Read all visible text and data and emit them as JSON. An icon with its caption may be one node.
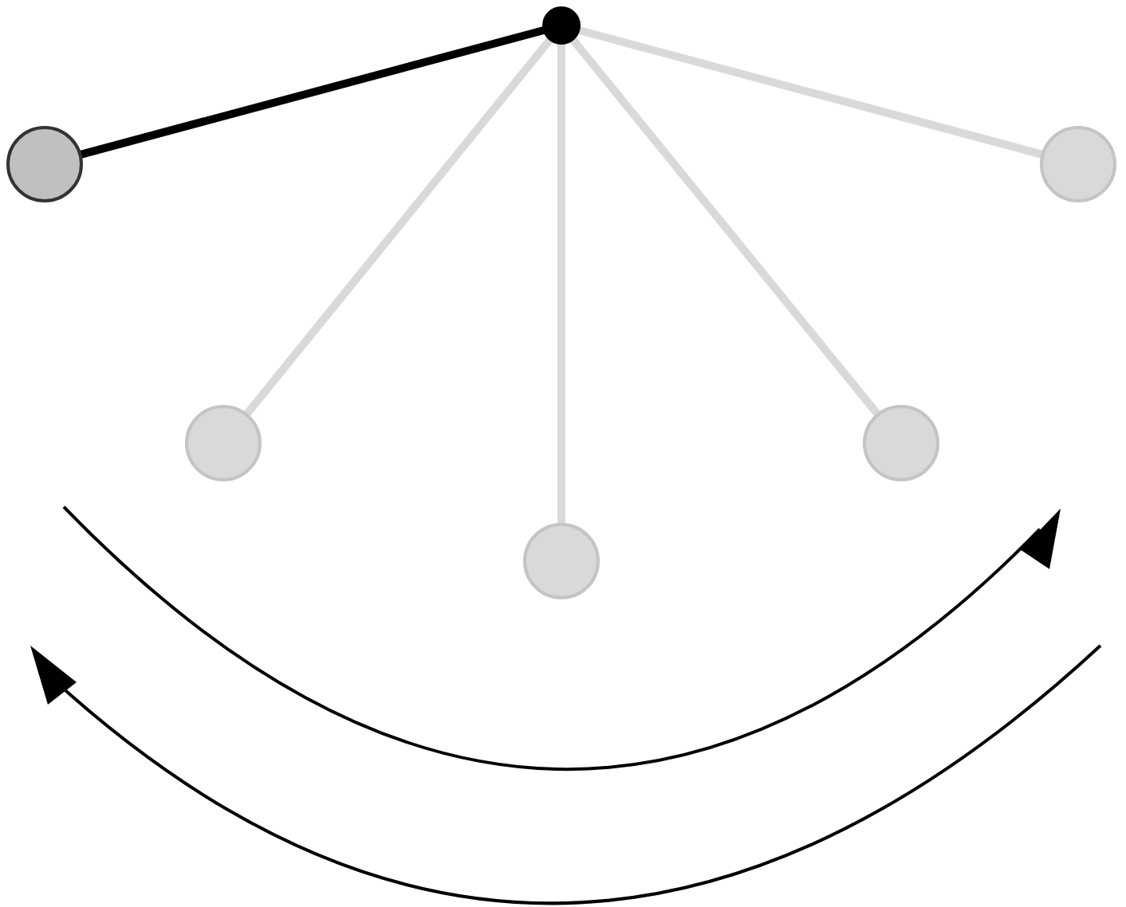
{
  "diagram": {
    "nodes": [
      {
        "text": [],
        "shape": "circle"
      },
      {
        "text": [],
        "shape": "circle"
      },
      {
        "text": [],
        "shape": "circle"
      },
      {
        "text": [],
        "shape": "circle"
      },
      {
        "text": [],
        "shape": "circle"
      },
      {
        "text": [],
        "shape": "circle"
      }
    ],
    "edges": [
      {
        "from": 0,
        "to": 1,
        "arrow": "none",
        "color": "#000000"
      },
      {
        "from": 0,
        "to": 2,
        "arrow": "none"
      },
      {
        "from": 0,
        "to": 3,
        "arrow": "none"
      },
      {
        "from": 0,
        "to": 4,
        "arrow": "none"
      },
      {
        "from": 0,
        "to": 5,
        "arrow": "none"
      }
    ]
  }
}
